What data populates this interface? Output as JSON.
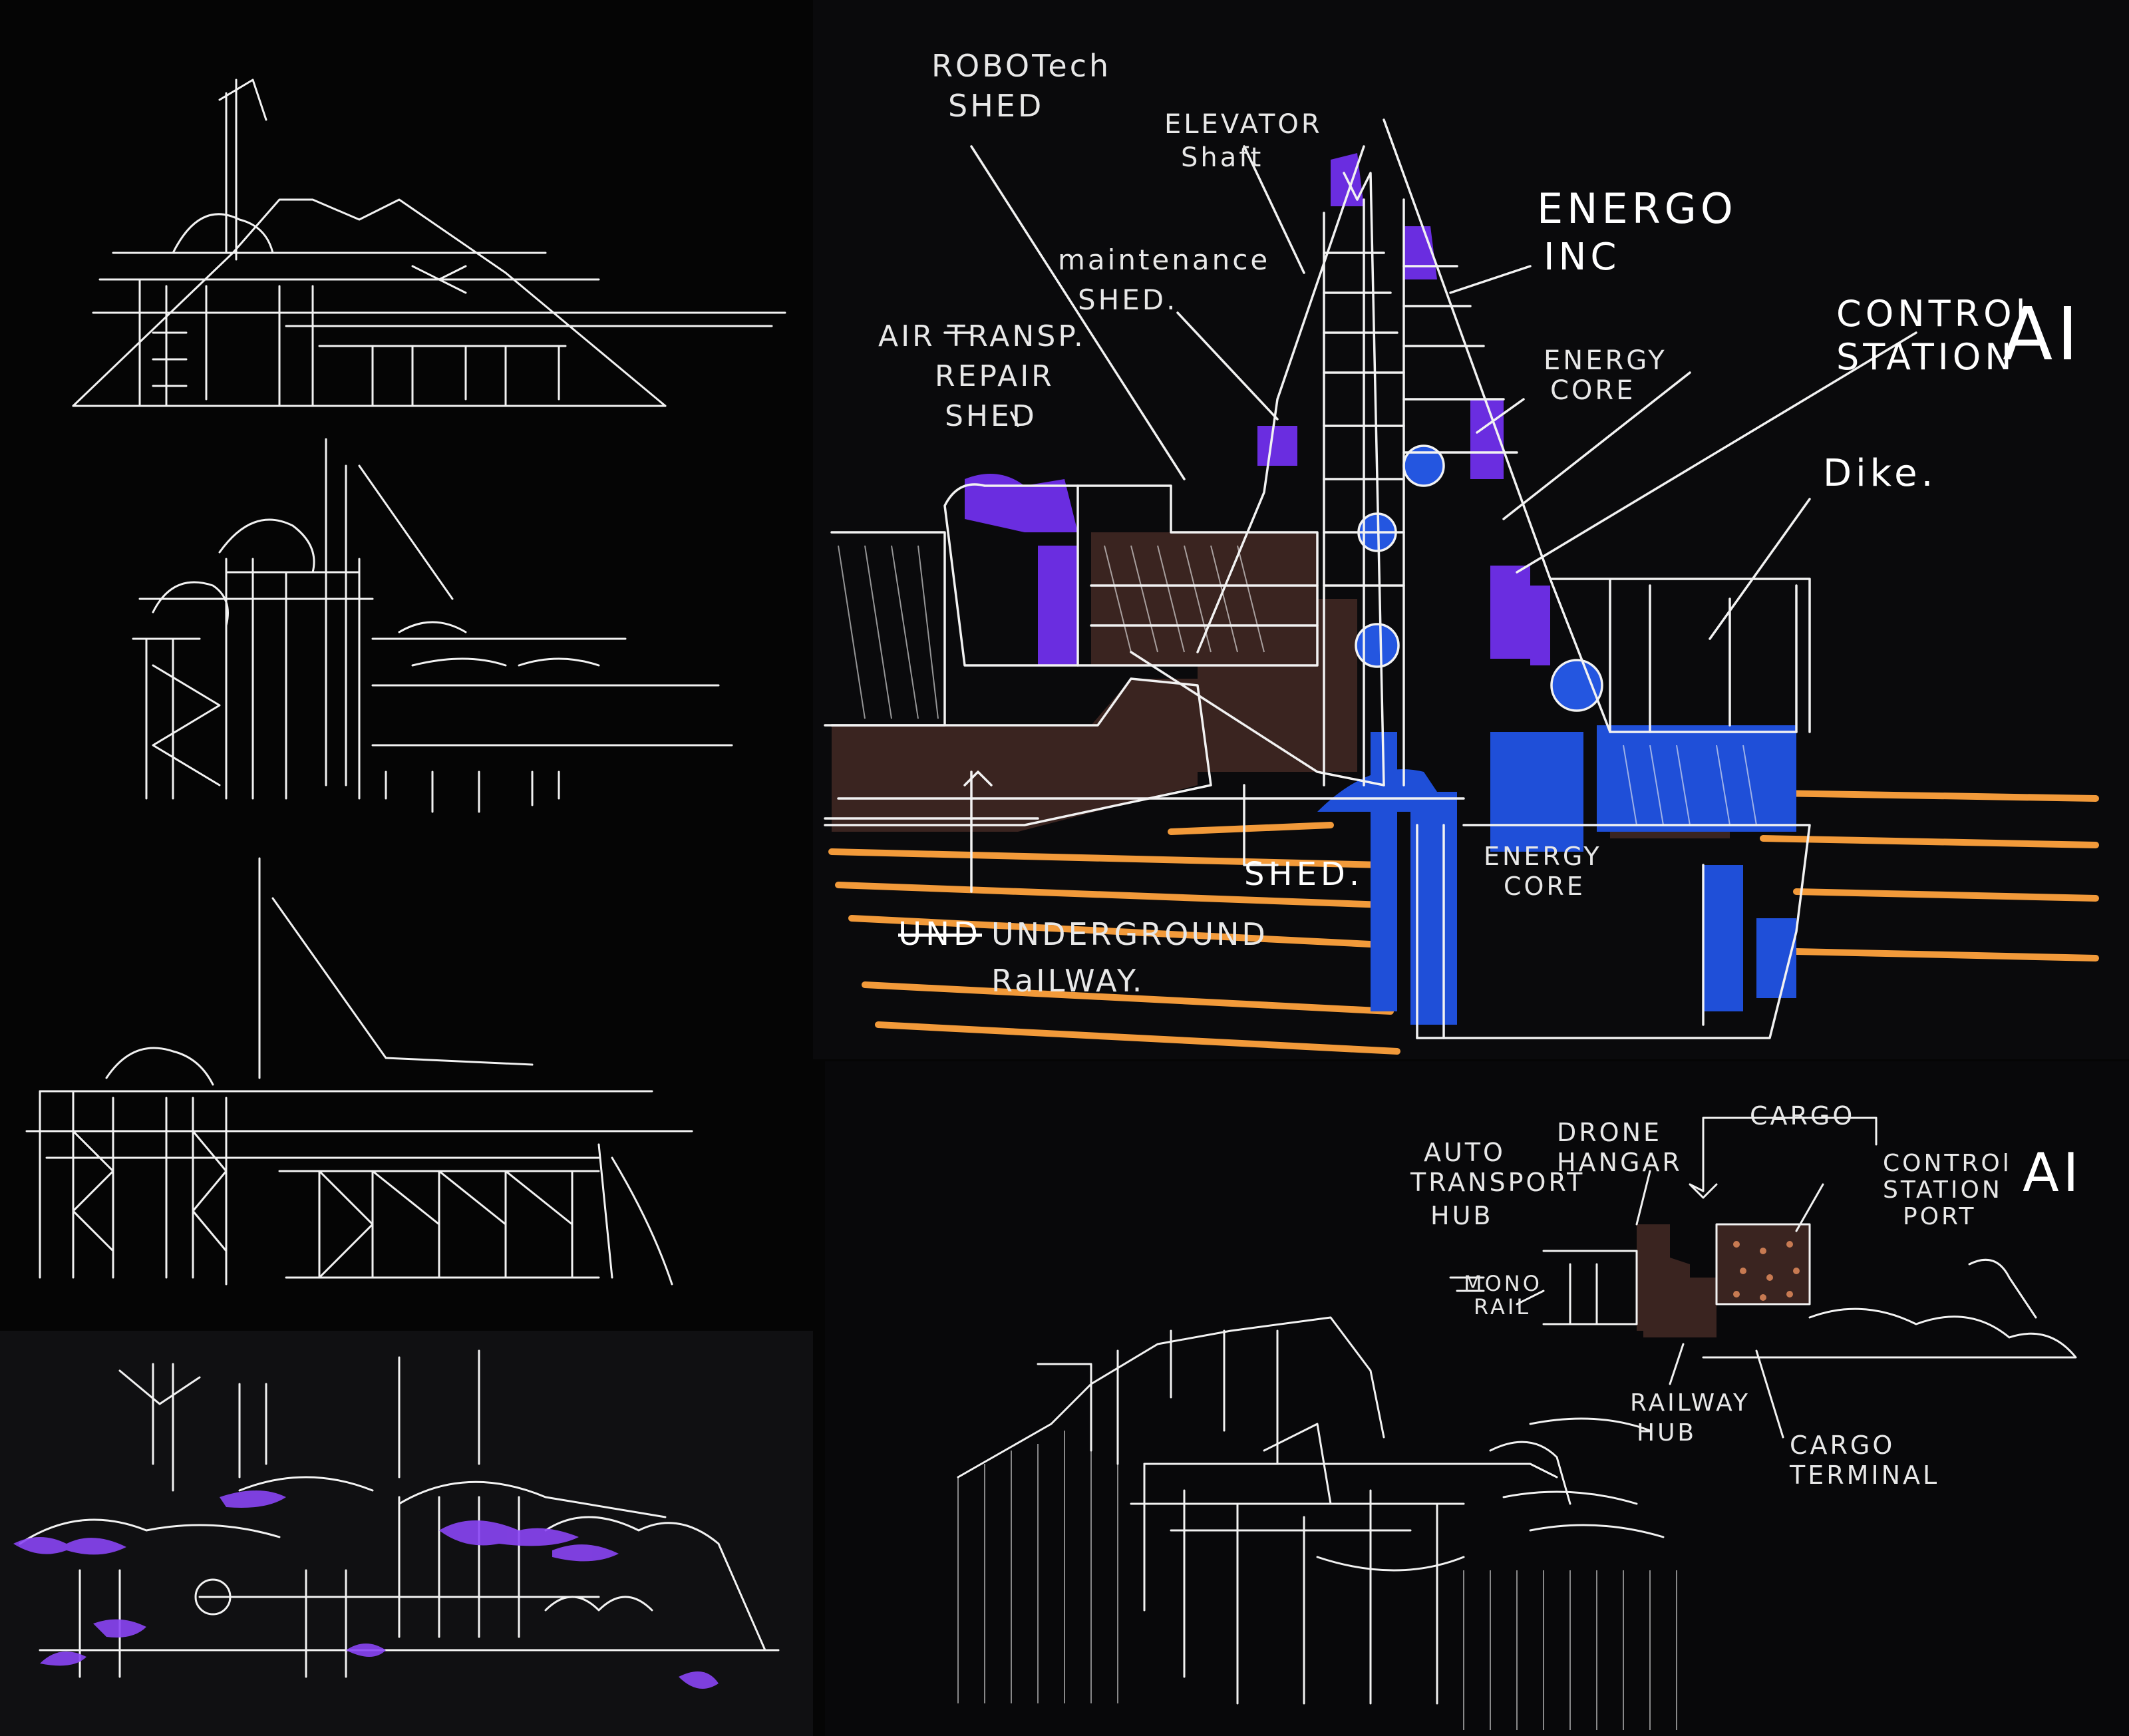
{
  "colors": {
    "background": "#050505",
    "panel": "#0b0b0d",
    "chalk": "#f2f2f2",
    "violet": "#7a3cf0",
    "blue": "#1f4fd8",
    "orange": "#f29a3a",
    "brown": "#3a2420"
  },
  "section": {
    "labels": {
      "robotech_1": "ROBOTech",
      "robotech_2": "SHED",
      "elevator_1": "ELEVATOR",
      "elevator_2": "Shaft",
      "energo_1": "ENERGO",
      "energo_2": "INC",
      "control_1": "CONTROl",
      "control_2": "STATION",
      "ai": "AI",
      "maintenance_1": "maintenance",
      "maintenance_2": "SHED.",
      "air_1": "AIR TRANSP.",
      "air_2": "REPAIR",
      "air_3": "SHED",
      "energy_core_1": "ENERGY",
      "energy_core_2": "CORE",
      "dike": "Dike.",
      "shed": "SHED.",
      "energy_core_low_1": "ENERGY",
      "energy_core_low_2": "CORE",
      "underground_1": "UNDERGROUND",
      "underground_2": "RaILWAY.",
      "underground_strike": "UND"
    }
  },
  "port": {
    "labels": {
      "cargo": "CARGO",
      "drone_1": "DRONE",
      "drone_2": "HANGAR",
      "auto_1": "AUTO",
      "auto_2": "TRANSPORT",
      "auto_3": "HUB",
      "control_1": "CONTROl",
      "control_2": "STATION",
      "control_3": "PORT",
      "ai": "AI",
      "mono_1": "MONO",
      "mono_2": "RAIL",
      "railway_1": "RAILWAY",
      "railway_2": "HUB",
      "terminal_1": "CARGO",
      "terminal_2": "TERMINAL"
    }
  }
}
